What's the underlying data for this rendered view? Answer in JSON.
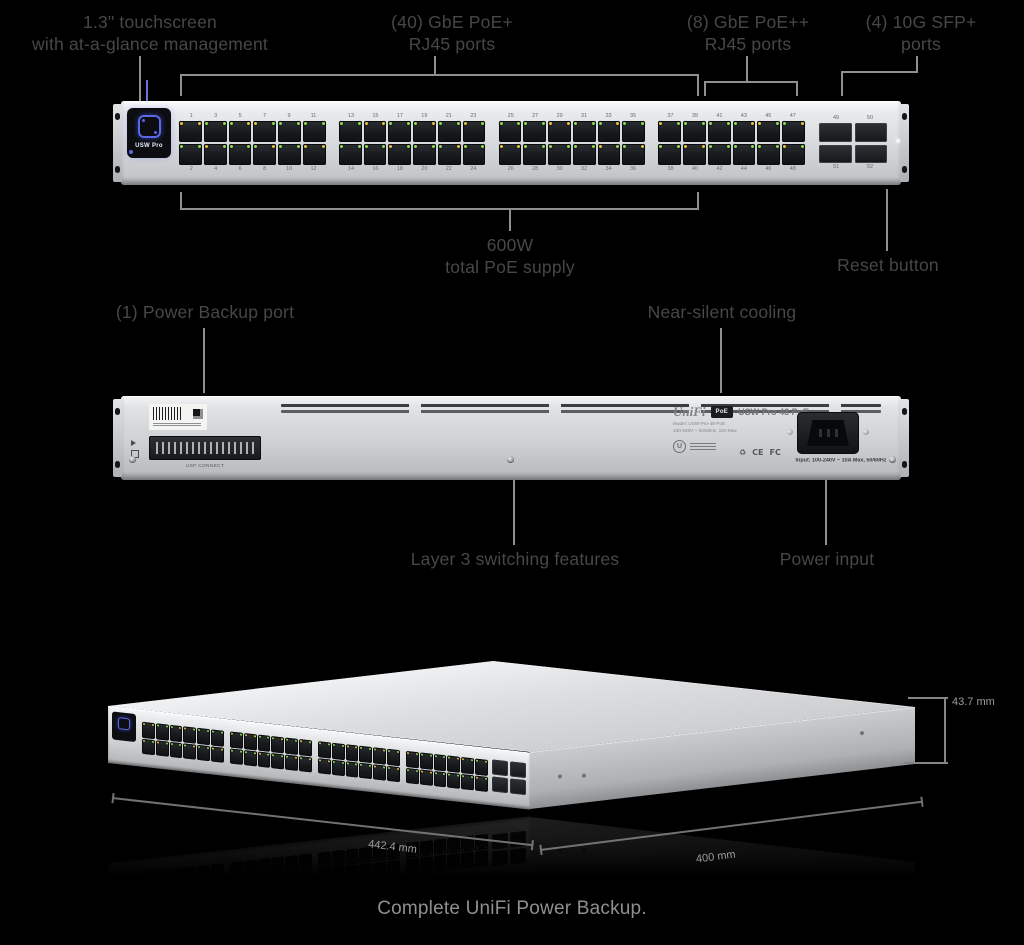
{
  "page": {
    "background": "#000000",
    "caption": "Complete UniFi Power Backup."
  },
  "colors": {
    "label_text": "#474747",
    "callout_line": "#8f8f8f",
    "callout_line_accent": "#6a72e0",
    "dim_line": "#858585",
    "dim_text": "#9c9c9c",
    "caption_text": "#8f8f8f",
    "accent_blue": "#5b67e8",
    "led_green": "#8fdd4f",
    "led_amber": "#e8c33f"
  },
  "callouts": {
    "touchscreen": {
      "line1": "1.3\" touchscreen",
      "line2": "with at-a-glance management"
    },
    "poe_plus": {
      "line1": "(40) GbE PoE+",
      "line2": "RJ45 ports"
    },
    "poe_plus_plus": {
      "line1": "(8) GbE PoE++",
      "line2": "RJ45 ports"
    },
    "sfp": {
      "line1": "(4) 10G SFP+",
      "line2": "ports"
    },
    "poe_budget": {
      "line1": "600W",
      "line2": "total PoE supply"
    },
    "reset": {
      "label": "Reset button"
    },
    "power_backup": {
      "label": "(1) Power Backup port"
    },
    "cooling": {
      "label": "Near-silent cooling"
    },
    "layer3": {
      "label": "Layer 3 switching features"
    },
    "power_input": {
      "label": "Power input"
    }
  },
  "front_panel": {
    "brand": "USW Pro",
    "rj45_count": 48,
    "groups": 4,
    "cols_per_group": 6,
    "sfp_numbers": [
      49,
      50,
      51,
      52
    ]
  },
  "back_panel": {
    "usp_connect": "USP CONNECT",
    "logo": "UniFi",
    "badge": "PoE",
    "model": "USW Pro 48 PoE",
    "info_line1": "Model: USW-Pro-48-PoE",
    "info_line2": "100-240V ~ 50/60Hz, 10A Max",
    "marks": [
      "♻",
      "CE",
      "FC"
    ],
    "ac_rating": "Input: 100-240V ~ 10A Max, 50/60Hz"
  },
  "dimensions": {
    "height": "43.7 mm",
    "width": "442.4 mm",
    "depth": "400 mm"
  }
}
